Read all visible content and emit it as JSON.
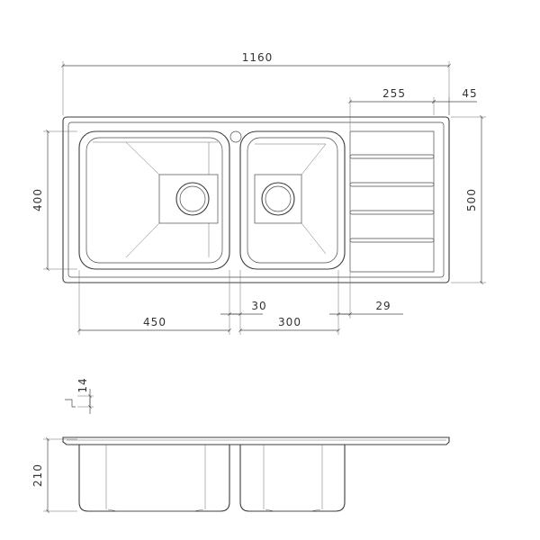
{
  "dimensions": {
    "overall_width": "1160",
    "drainer_width": "255",
    "drainer_edge": "45",
    "height": "500",
    "bowl_height": "400",
    "large_bowl_width": "450",
    "gap": "30",
    "small_bowl_width": "300",
    "drainer_offset": "29",
    "rim_thickness": "14",
    "depth": "210"
  },
  "colors": {
    "line": "#4a4a4a",
    "text": "#333333",
    "background": "#ffffff"
  }
}
